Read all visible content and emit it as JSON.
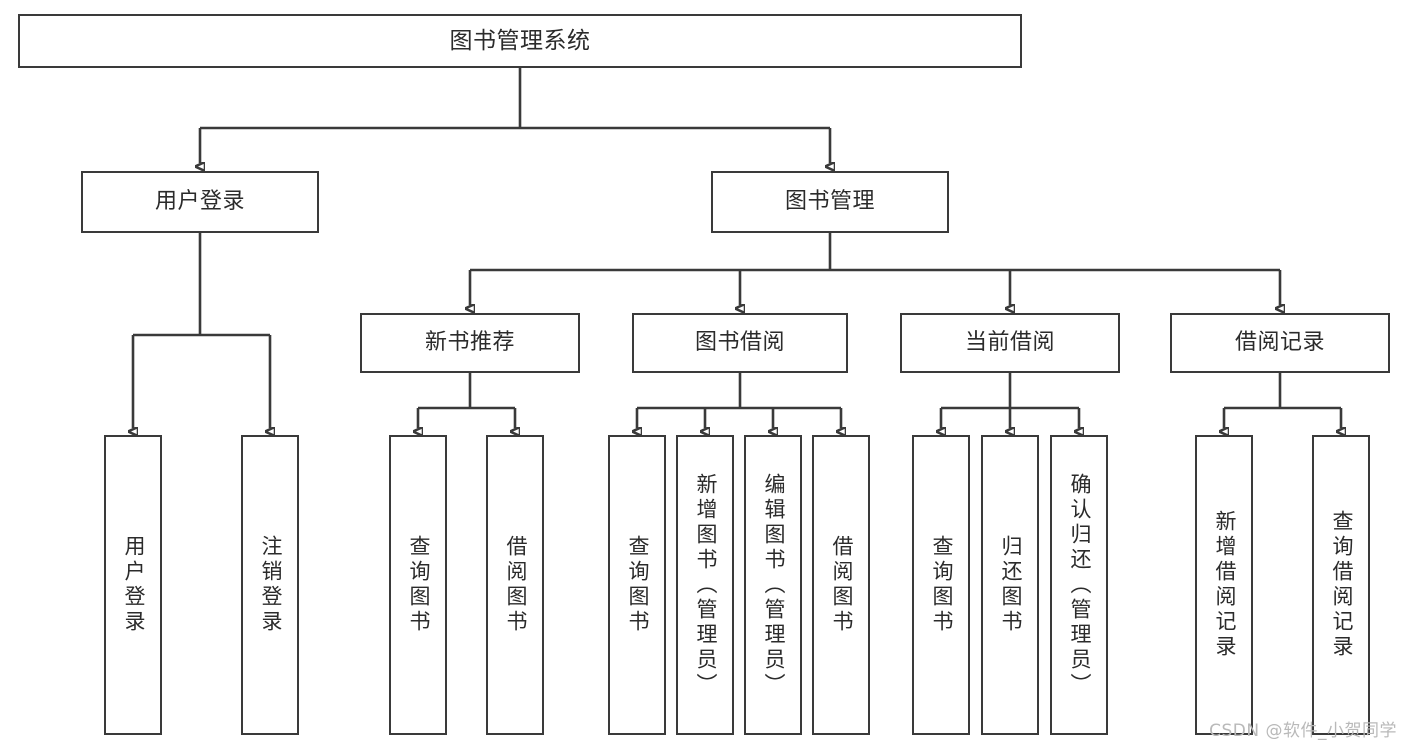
{
  "diagram": {
    "type": "tree-hierarchy",
    "title": "图书管理系统",
    "watermark": "CSDN @软件_小贺同学",
    "colors": {
      "stroke": "#3a3a3a",
      "text": "#2b2b2b",
      "background": "#ffffff",
      "watermark": "#b9b9b9"
    },
    "levels": {
      "level1": [
        {
          "id": "root",
          "label": "图书管理系统"
        }
      ],
      "level2": [
        {
          "id": "user-login",
          "label": "用户登录",
          "parent": "root"
        },
        {
          "id": "book-manage",
          "label": "图书管理",
          "parent": "root"
        }
      ],
      "level3": [
        {
          "id": "new-book-rec",
          "label": "新书推荐",
          "parent": "book-manage"
        },
        {
          "id": "book-borrow",
          "label": "图书借阅",
          "parent": "book-manage"
        },
        {
          "id": "current-borrow",
          "label": "当前借阅",
          "parent": "book-manage"
        },
        {
          "id": "borrow-record",
          "label": "借阅记录",
          "parent": "book-manage"
        }
      ],
      "leaves": [
        {
          "id": "leaf-user-login",
          "label": "用户登录",
          "parent": "user-login"
        },
        {
          "id": "leaf-logout",
          "label": "注销登录",
          "parent": "user-login"
        },
        {
          "id": "leaf-query-book-1",
          "label": "查询图书",
          "parent": "new-book-rec"
        },
        {
          "id": "leaf-borrow-book-1",
          "label": "借阅图书",
          "parent": "new-book-rec"
        },
        {
          "id": "leaf-query-book-2",
          "label": "查询图书",
          "parent": "book-borrow"
        },
        {
          "id": "leaf-add-book",
          "label": "新增图书（管理员）",
          "parent": "book-borrow"
        },
        {
          "id": "leaf-edit-book",
          "label": "编辑图书（管理员）",
          "parent": "book-borrow"
        },
        {
          "id": "leaf-borrow-book-2",
          "label": "借阅图书",
          "parent": "book-borrow"
        },
        {
          "id": "leaf-query-book-3",
          "label": "查询图书",
          "parent": "current-borrow"
        },
        {
          "id": "leaf-return-book",
          "label": "归还图书",
          "parent": "current-borrow"
        },
        {
          "id": "leaf-confirm-return",
          "label": "确认归还（管理员）",
          "parent": "current-borrow"
        },
        {
          "id": "leaf-add-record",
          "label": "新增借阅记录",
          "parent": "borrow-record"
        },
        {
          "id": "leaf-query-record",
          "label": "查询借阅记录",
          "parent": "borrow-record"
        }
      ]
    }
  }
}
